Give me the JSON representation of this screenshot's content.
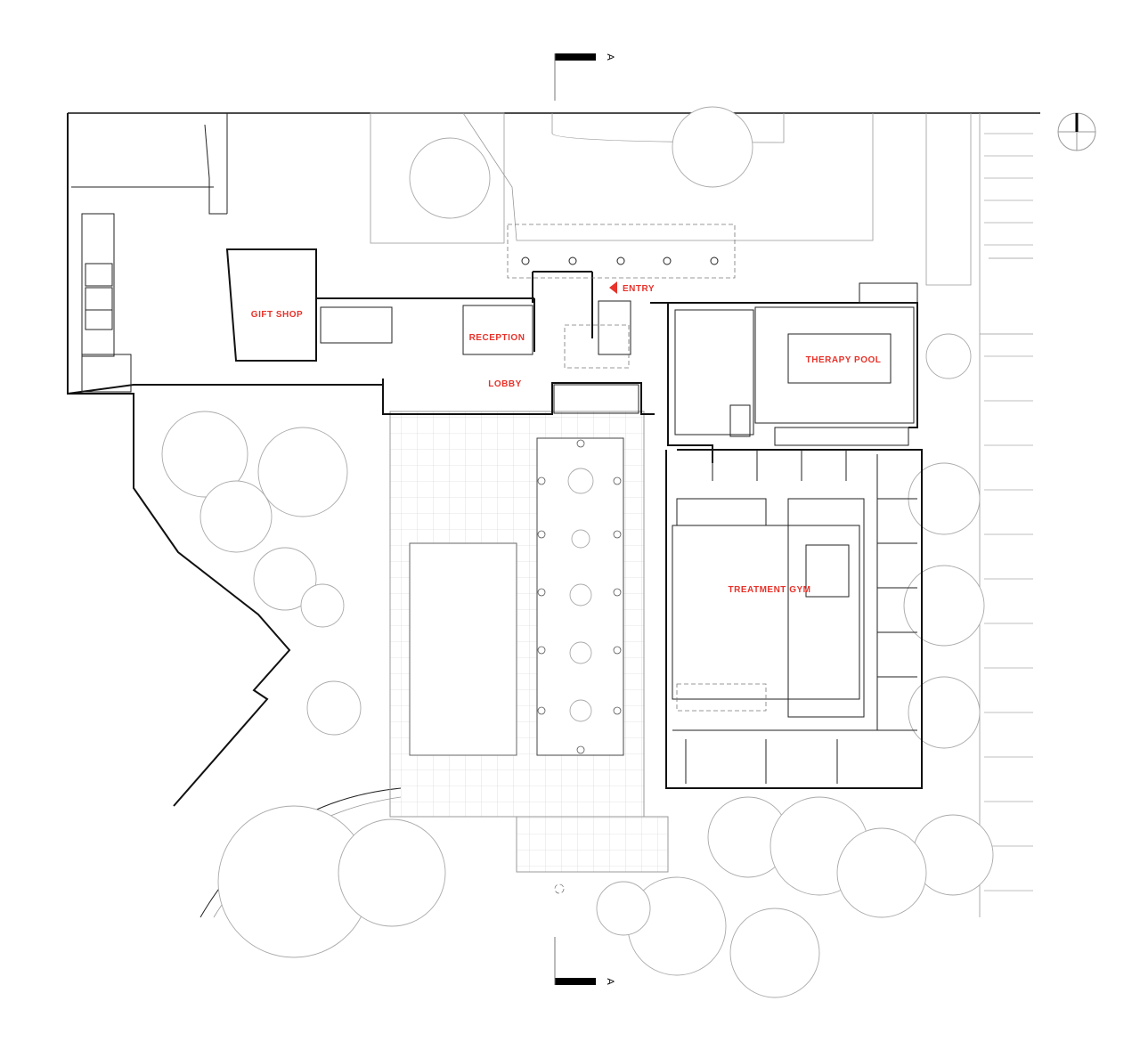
{
  "plan": {
    "rooms": {
      "gift_shop": "GIFT SHOP",
      "reception": "RECEPTION",
      "lobby": "LOBBY",
      "entry": "ENTRY",
      "therapy_pool": "THERAPY POOL",
      "treatment_gym": "TREATMENT GYM"
    },
    "section_marker_top": "A",
    "section_marker_bottom": "A",
    "label_color": "#e8322a"
  }
}
